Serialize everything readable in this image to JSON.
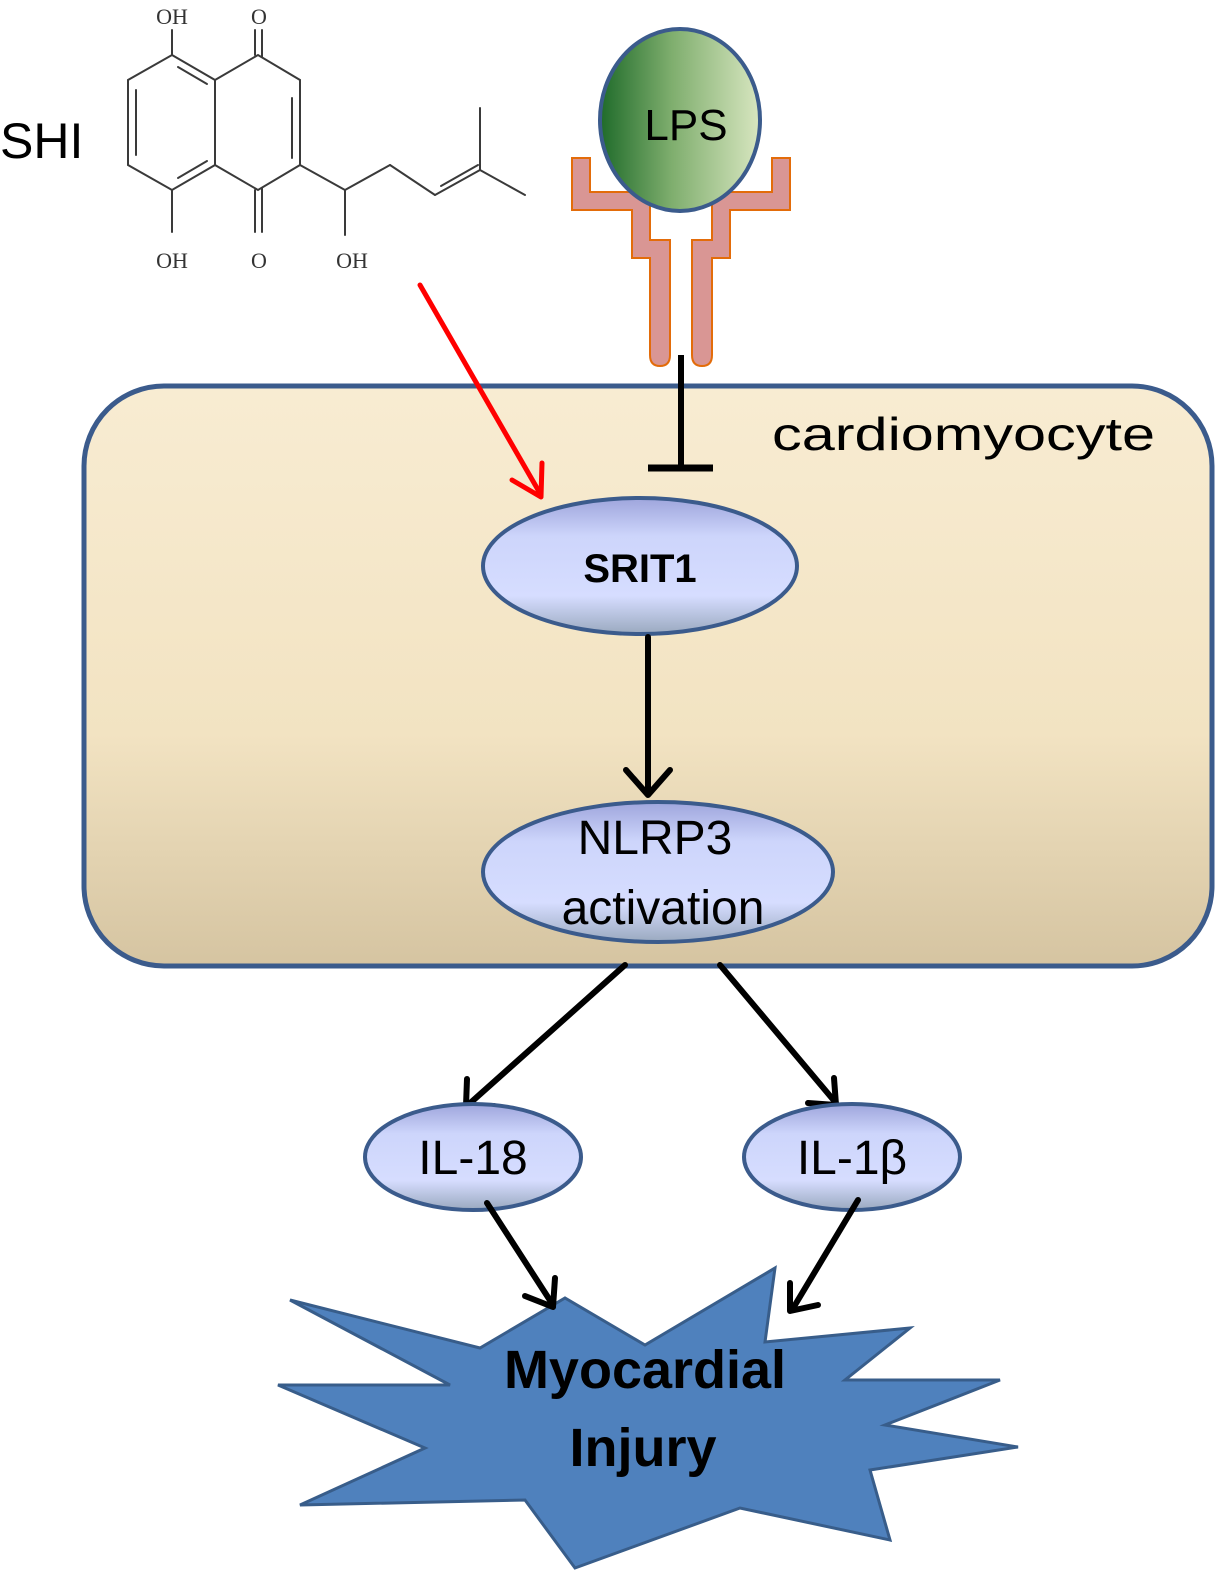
{
  "compound": {
    "name": "SHI",
    "labels": {
      "oh_top": "OH",
      "o_top": "O",
      "oh_bottom": "OH",
      "o_bottom": "O",
      "oh_side": "OH"
    }
  },
  "lps": {
    "label": "LPS"
  },
  "cell": {
    "label": "cardiomyocyte"
  },
  "nodes": {
    "srit1": "SRIT1",
    "nlrp3_line1": "NLRP3",
    "nlrp3_line2": "activation",
    "il18": "IL-18",
    "il1b": "IL-1β"
  },
  "outcome": {
    "line1": "Myocardial",
    "line2": "Injury"
  },
  "colors": {
    "cell_fill_top": "#f8ecd2",
    "cell_fill_bottom": "#d5c4a1",
    "outline": "#3b5b8c",
    "node_fill": "#d3dbff",
    "lps_dark": "#1f6b2a",
    "lps_light": "#d8e6c0",
    "receptor_fill": "#d99694",
    "receptor_stroke": "#e36c0a",
    "activation_arrow": "#ff0000",
    "injury_fill": "#4f81bd"
  }
}
